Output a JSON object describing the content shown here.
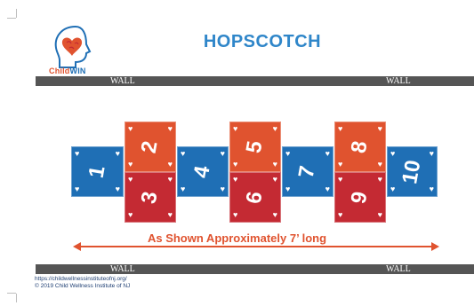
{
  "logo": {
    "text_part1": "Child",
    "text_part2": "WIN",
    "icon": "head-heart-icon"
  },
  "title": "HOPSCOTCH",
  "walls": {
    "top": {
      "left_label": "WALL",
      "right_label": "WALL"
    },
    "bottom": {
      "left_label": "WALL",
      "right_label": "WALL"
    }
  },
  "tiles": [
    {
      "label": "1",
      "color": "blue"
    },
    {
      "label": "2",
      "color": "orange"
    },
    {
      "label": "3",
      "color": "red"
    },
    {
      "label": "4",
      "color": "blue"
    },
    {
      "label": "5",
      "color": "orange"
    },
    {
      "label": "6",
      "color": "red"
    },
    {
      "label": "7",
      "color": "blue"
    },
    {
      "label": "8",
      "color": "orange"
    },
    {
      "label": "9",
      "color": "red"
    },
    {
      "label": "10",
      "color": "blue"
    }
  ],
  "caption": "As Shown Approximately 7’ long",
  "footer": {
    "url": "https://childwellnessinstituteofnj.org/",
    "copyright": "© 2019 Child Wellness Institute of NJ"
  },
  "colors": {
    "blue": "#1f6fb5",
    "orange": "#e0532f",
    "red": "#c42a33",
    "title": "#2f86c9",
    "wall": "#555555",
    "arrow": "#e0532f"
  }
}
